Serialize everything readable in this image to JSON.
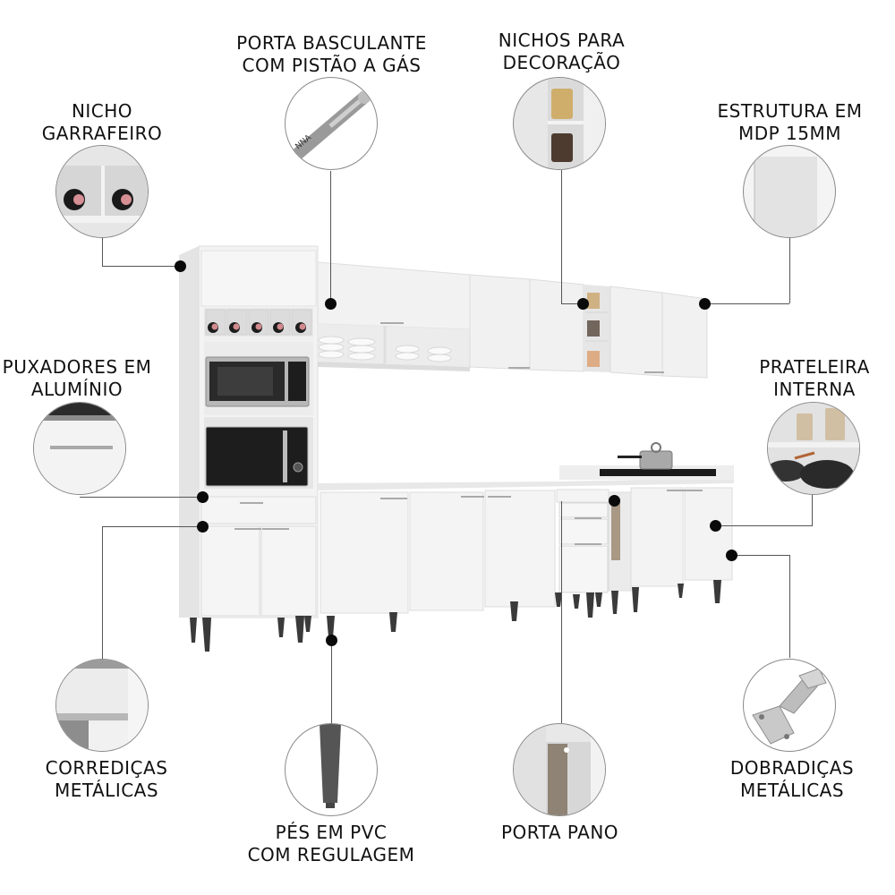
{
  "title": "Kitchen cabinet feature callouts",
  "colors": {
    "background": "#ffffff",
    "text": "#111111",
    "cabinet_white": "#f2f2f2",
    "cabinet_shadow": "#dcdcdc",
    "legs": "#3a3a3a",
    "dot": "#0a0a0a",
    "line": "#555555"
  },
  "callouts": [
    {
      "id": "nicho-garrafeiro",
      "lines": [
        "NICHO",
        "GARRAFEIRO"
      ],
      "icon": "wine-rack-icon"
    },
    {
      "id": "porta-basculante",
      "lines": [
        "PORTA BASCULANTE",
        "COM PISTÃO A GÁS"
      ],
      "icon": "gas-piston-icon"
    },
    {
      "id": "nichos-decoracao",
      "lines": [
        "NICHOS PARA",
        "DECORAÇÃO"
      ],
      "icon": "decor-niche-icon"
    },
    {
      "id": "estrutura-mdp",
      "lines": [
        "ESTRUTURA EM",
        "MDP 15MM"
      ],
      "icon": "mdp-panel-icon"
    },
    {
      "id": "puxadores",
      "lines": [
        "PUXADORES EM",
        "ALUMÍNIO"
      ],
      "icon": "aluminum-handle-icon"
    },
    {
      "id": "prateleira",
      "lines": [
        "PRATELEIRA",
        "INTERNA"
      ],
      "icon": "internal-shelf-icon"
    },
    {
      "id": "corredicas",
      "lines": [
        "CORREDIÇAS",
        "METÁLICAS"
      ],
      "icon": "metal-slide-icon"
    },
    {
      "id": "pes-pvc",
      "lines": [
        "PÉS EM PVC",
        "COM REGULAGEM"
      ],
      "icon": "pvc-leg-icon"
    },
    {
      "id": "porta-pano",
      "lines": [
        "PORTA PANO"
      ],
      "icon": "towel-holder-icon"
    },
    {
      "id": "dobradicas",
      "lines": [
        "DOBRADIÇAS",
        "METÁLICAS"
      ],
      "icon": "metal-hinge-icon"
    }
  ],
  "appliance_labels": {
    "piston_brand": "NNA"
  }
}
